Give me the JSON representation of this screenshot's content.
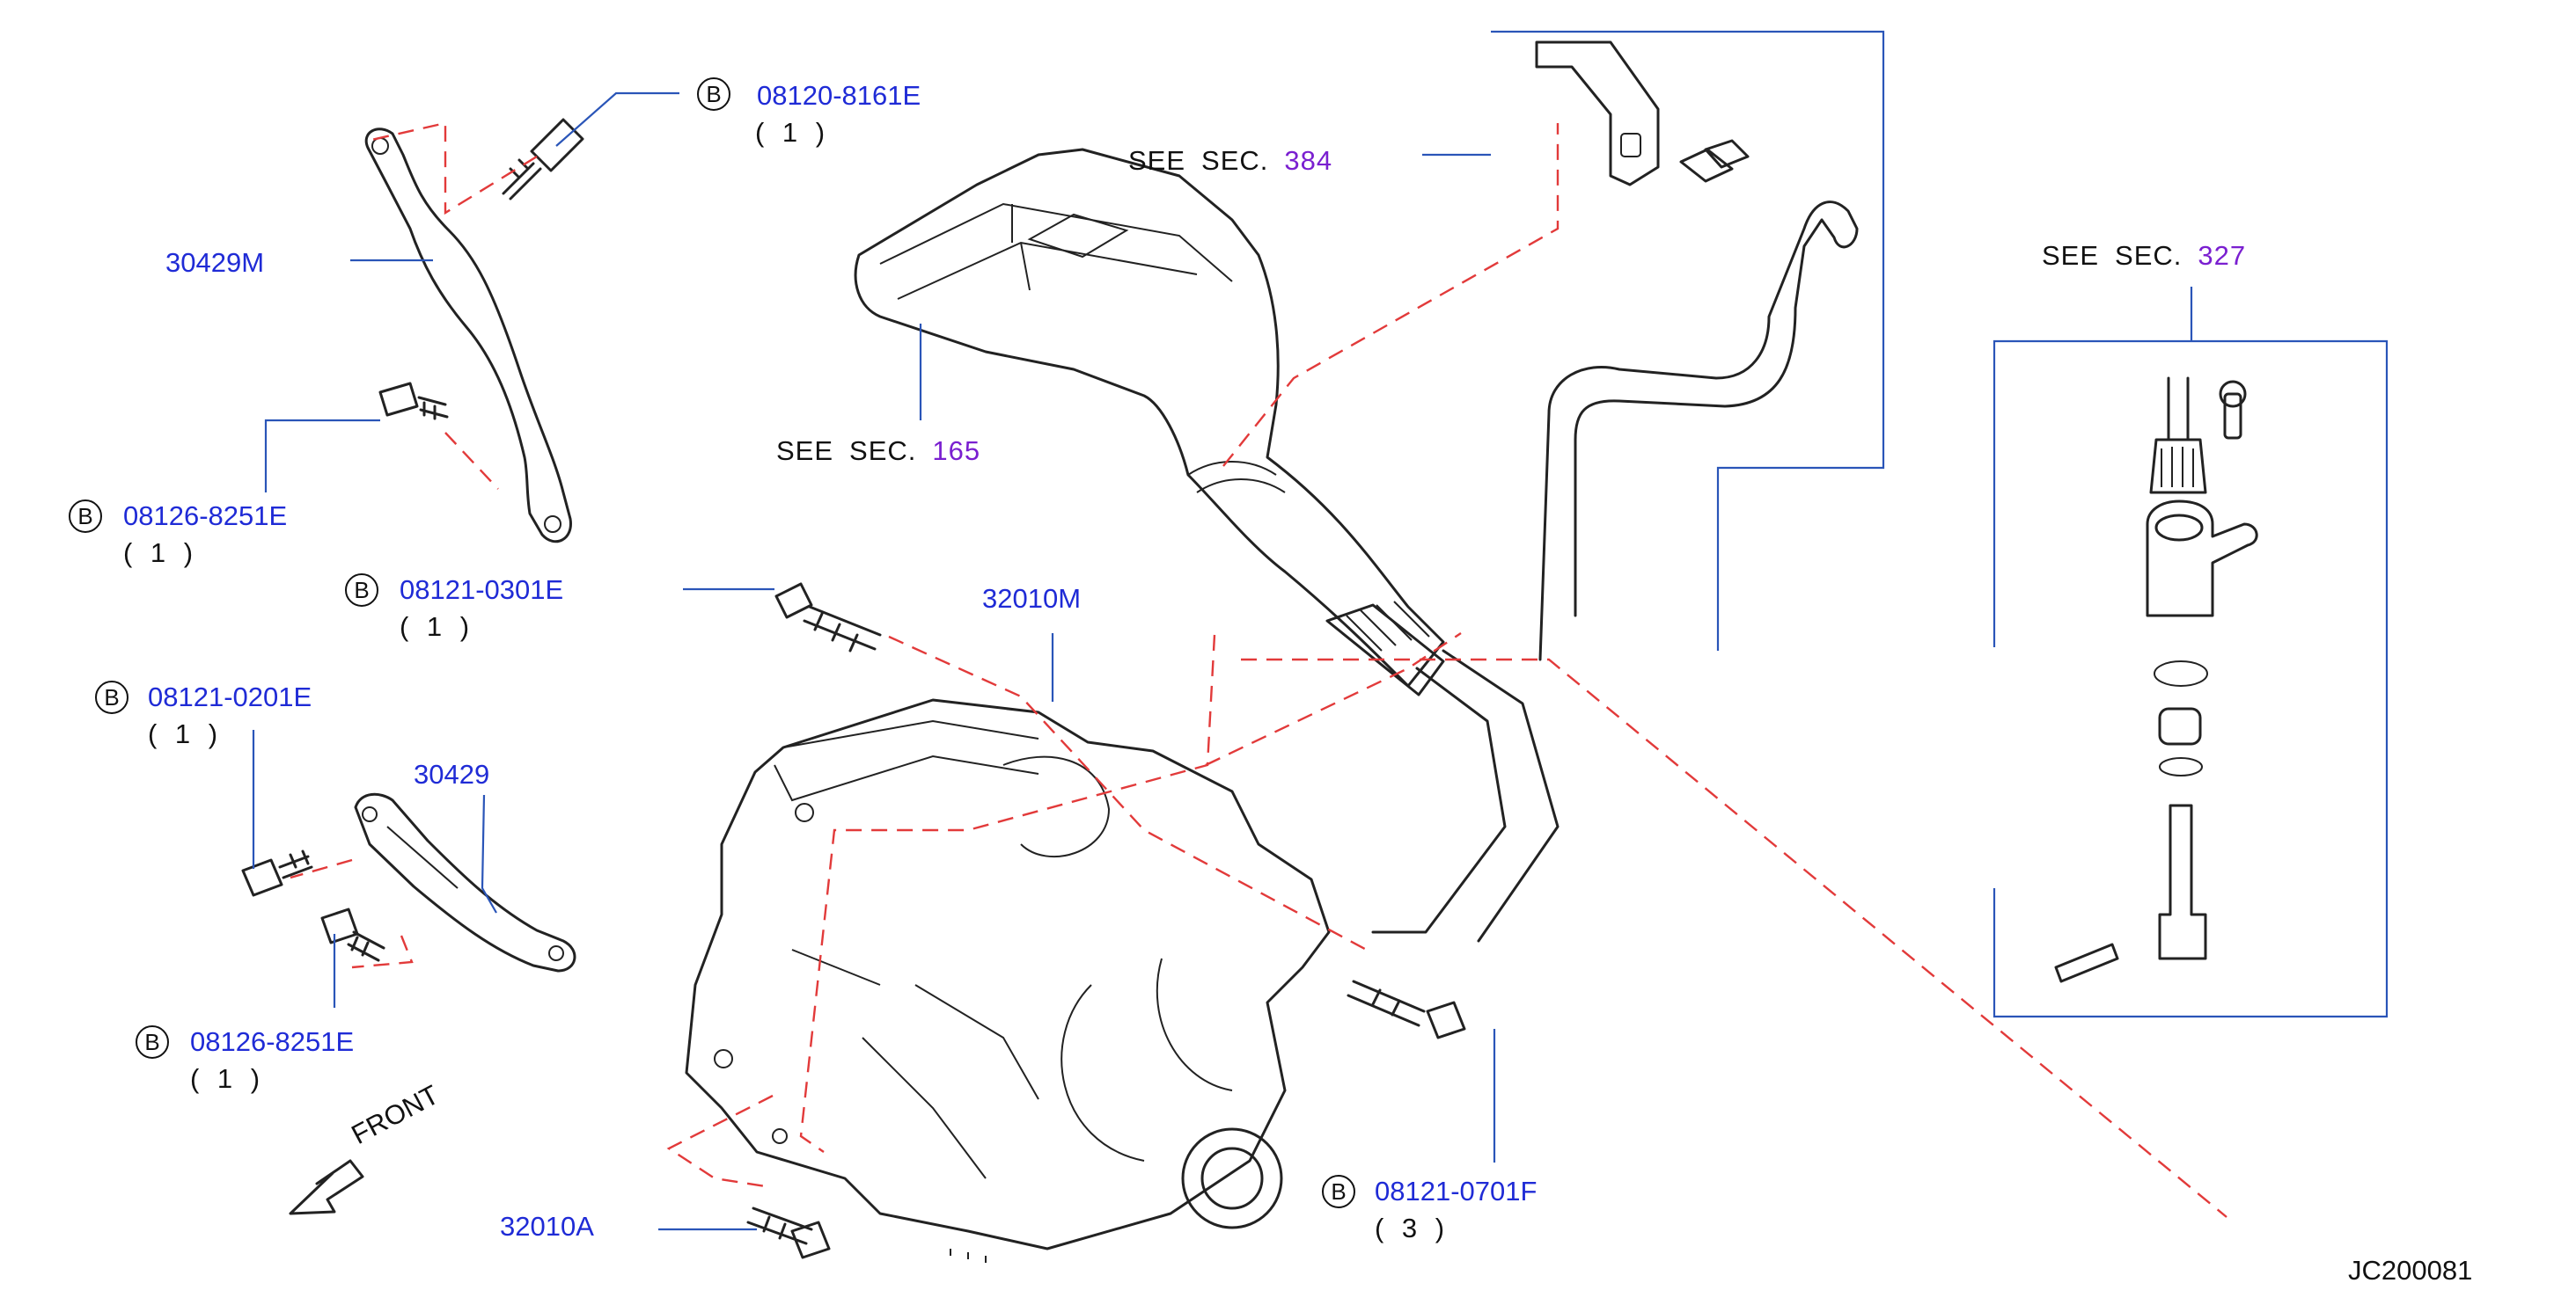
{
  "drawing_id": "JC200081",
  "callouts": [
    {
      "prefix": "B",
      "part": "08120-8161E",
      "qty": "( 1 )"
    },
    {
      "prefix": "B",
      "part": "08126-8251E",
      "qty": "( 1 )"
    },
    {
      "prefix": "B",
      "part": "08121-0301E",
      "qty": "( 1 )"
    },
    {
      "prefix": "B",
      "part": "08121-0201E",
      "qty": "( 1 )"
    },
    {
      "prefix": "B",
      "part": "08126-8251E",
      "qty": "( 1 )"
    },
    {
      "prefix": "B",
      "part": "08121-0701F",
      "qty": "( 3 )"
    }
  ],
  "part_labels": {
    "rod_upper": "30429M",
    "rod_lower": "30429",
    "transaxle": "32010M",
    "bolt_bottom": "32010A"
  },
  "section_refs": [
    {
      "words": [
        "SEE",
        "SEC."
      ],
      "number": "384"
    },
    {
      "words": [
        "SEE",
        "SEC."
      ],
      "number": "165"
    },
    {
      "words": [
        "SEE",
        "SEC."
      ],
      "number": "327"
    }
  ],
  "front_label": "FRONT",
  "colors": {
    "part_number": "#1f2bd6",
    "section_number": "#7a1fd0",
    "leader": "#2a55b8",
    "hidden_line": "#e23a3a",
    "ink": "#222222"
  }
}
